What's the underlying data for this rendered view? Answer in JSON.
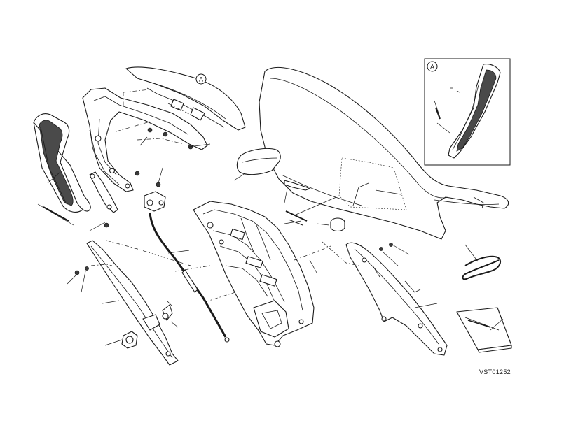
{
  "callouts": {
    "main_label": "A",
    "inset_label": "A"
  },
  "drawing_code": "VST01252",
  "colors": {
    "line": "#1a1a1a",
    "fill_dark": "#4a4a4a",
    "background": "#ffffff"
  }
}
